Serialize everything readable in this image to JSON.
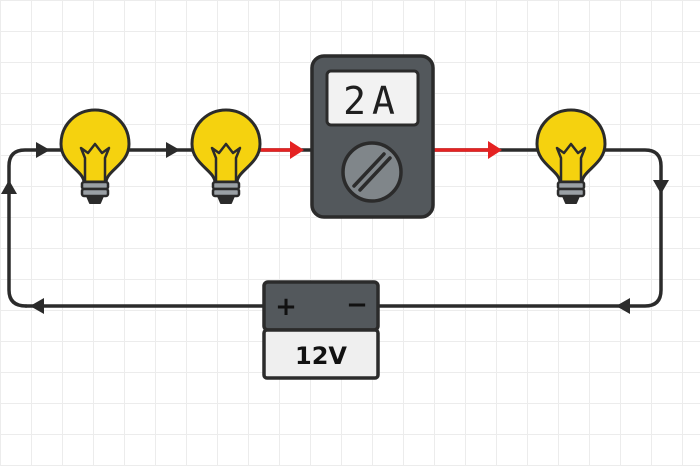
{
  "circuit": {
    "ammeter": {
      "reading": "2A"
    },
    "battery": {
      "voltage": "12V",
      "positive_terminal": "+",
      "negative_terminal": "−"
    },
    "bulbs": [
      {
        "id": "bulb-1"
      },
      {
        "id": "bulb-2"
      },
      {
        "id": "bulb-3"
      }
    ]
  },
  "colors": {
    "wire": "#2b2b2b",
    "current_arrow": "#e52222",
    "bulb_glass": "#f5d20f",
    "bulb_base": "#9aa0a5",
    "meter_body": "#53585c",
    "battery_top": "#53585c",
    "battery_label_bg": "#efefef"
  }
}
